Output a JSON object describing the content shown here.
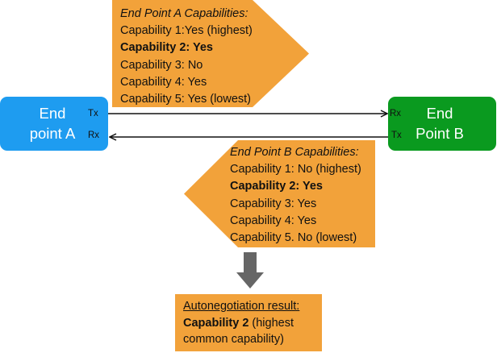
{
  "endpoint_a": {
    "name_line1": "End",
    "name_line2": "point A",
    "tx_label": "Tx",
    "rx_label": "Rx",
    "color": "#1e9cf0"
  },
  "endpoint_b": {
    "name_line1": "End",
    "name_line2": "Point B",
    "rx_label": "Rx",
    "tx_label": "Tx",
    "color": "#0a9a1f"
  },
  "caps_a": {
    "header": "End Point A Capabilities:",
    "items": [
      "Capability 1:Yes  (highest)",
      "Capability 2: Yes",
      "Capability 3: No",
      "Capability 4: Yes",
      "Capability 5: Yes  (lowest)"
    ]
  },
  "caps_b": {
    "header": "End Point B Capabilities:",
    "items": [
      "Capability 1: No (highest)",
      "Capability 2: Yes",
      "Capability 3: Yes",
      "Capability 4: Yes",
      "Capability 5. No (lowest)"
    ]
  },
  "result": {
    "title": "Autonegotiation result:",
    "bold_part": "Capability 2",
    "rest_line1": " (highest",
    "line2": "common capability)"
  },
  "colors": {
    "callout": "#f2a23a",
    "arrow": "#666666",
    "link": "#111111"
  }
}
